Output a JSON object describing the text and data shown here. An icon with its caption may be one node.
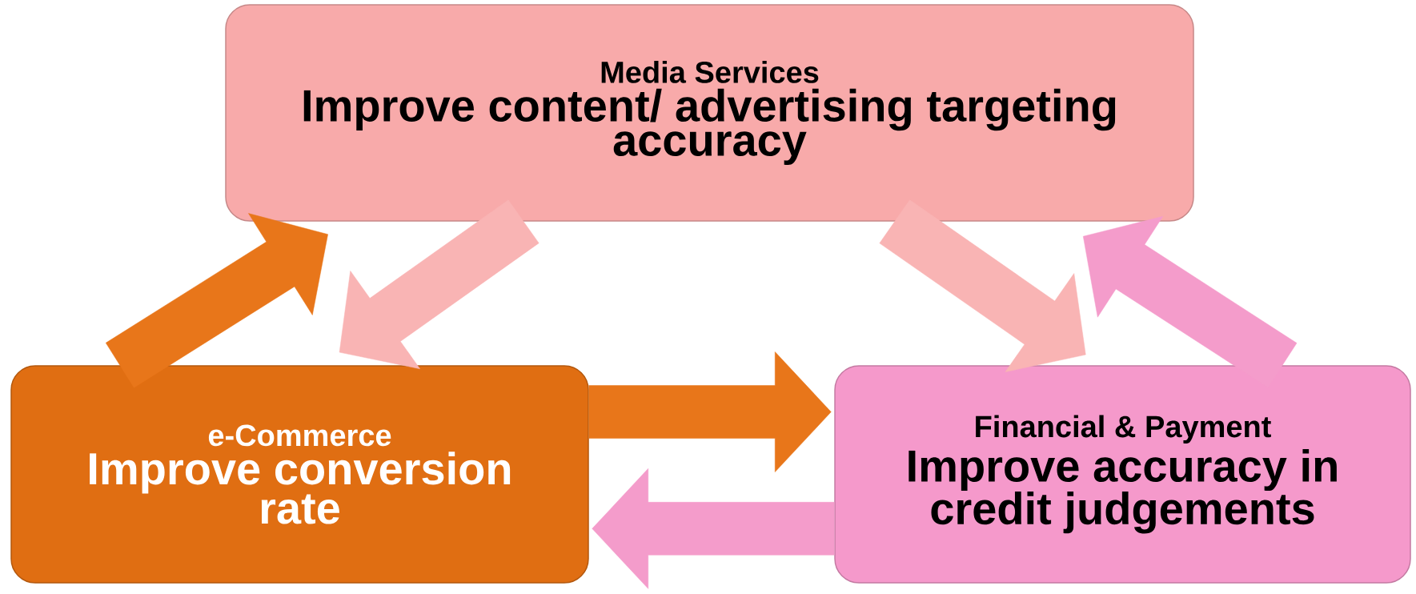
{
  "diagram": {
    "nodes": [
      {
        "text": [
          "Media Services",
          "Improve content/ advertising targeting accuracy"
        ]
      },
      {
        "text": [
          "e-Commerce",
          "Improve conversion rate"
        ]
      },
      {
        "text": [
          "Financial & Payment",
          "Improve accuracy in credit judgements"
        ]
      }
    ],
    "edges": [
      {
        "from": 1,
        "to": 0,
        "arrow": "to",
        "color": "#e8761a"
      },
      {
        "from": 0,
        "to": 1,
        "arrow": "to",
        "color": "#f9b4b4"
      },
      {
        "from": 0,
        "to": 2,
        "arrow": "to",
        "color": "#f9b4b4"
      },
      {
        "from": 2,
        "to": 0,
        "arrow": "to",
        "color": "#f49ccb"
      },
      {
        "from": 1,
        "to": 2,
        "arrow": "to",
        "color": "#e8761a"
      },
      {
        "from": 2,
        "to": 1,
        "arrow": "to",
        "color": "#f49ccb"
      }
    ]
  }
}
